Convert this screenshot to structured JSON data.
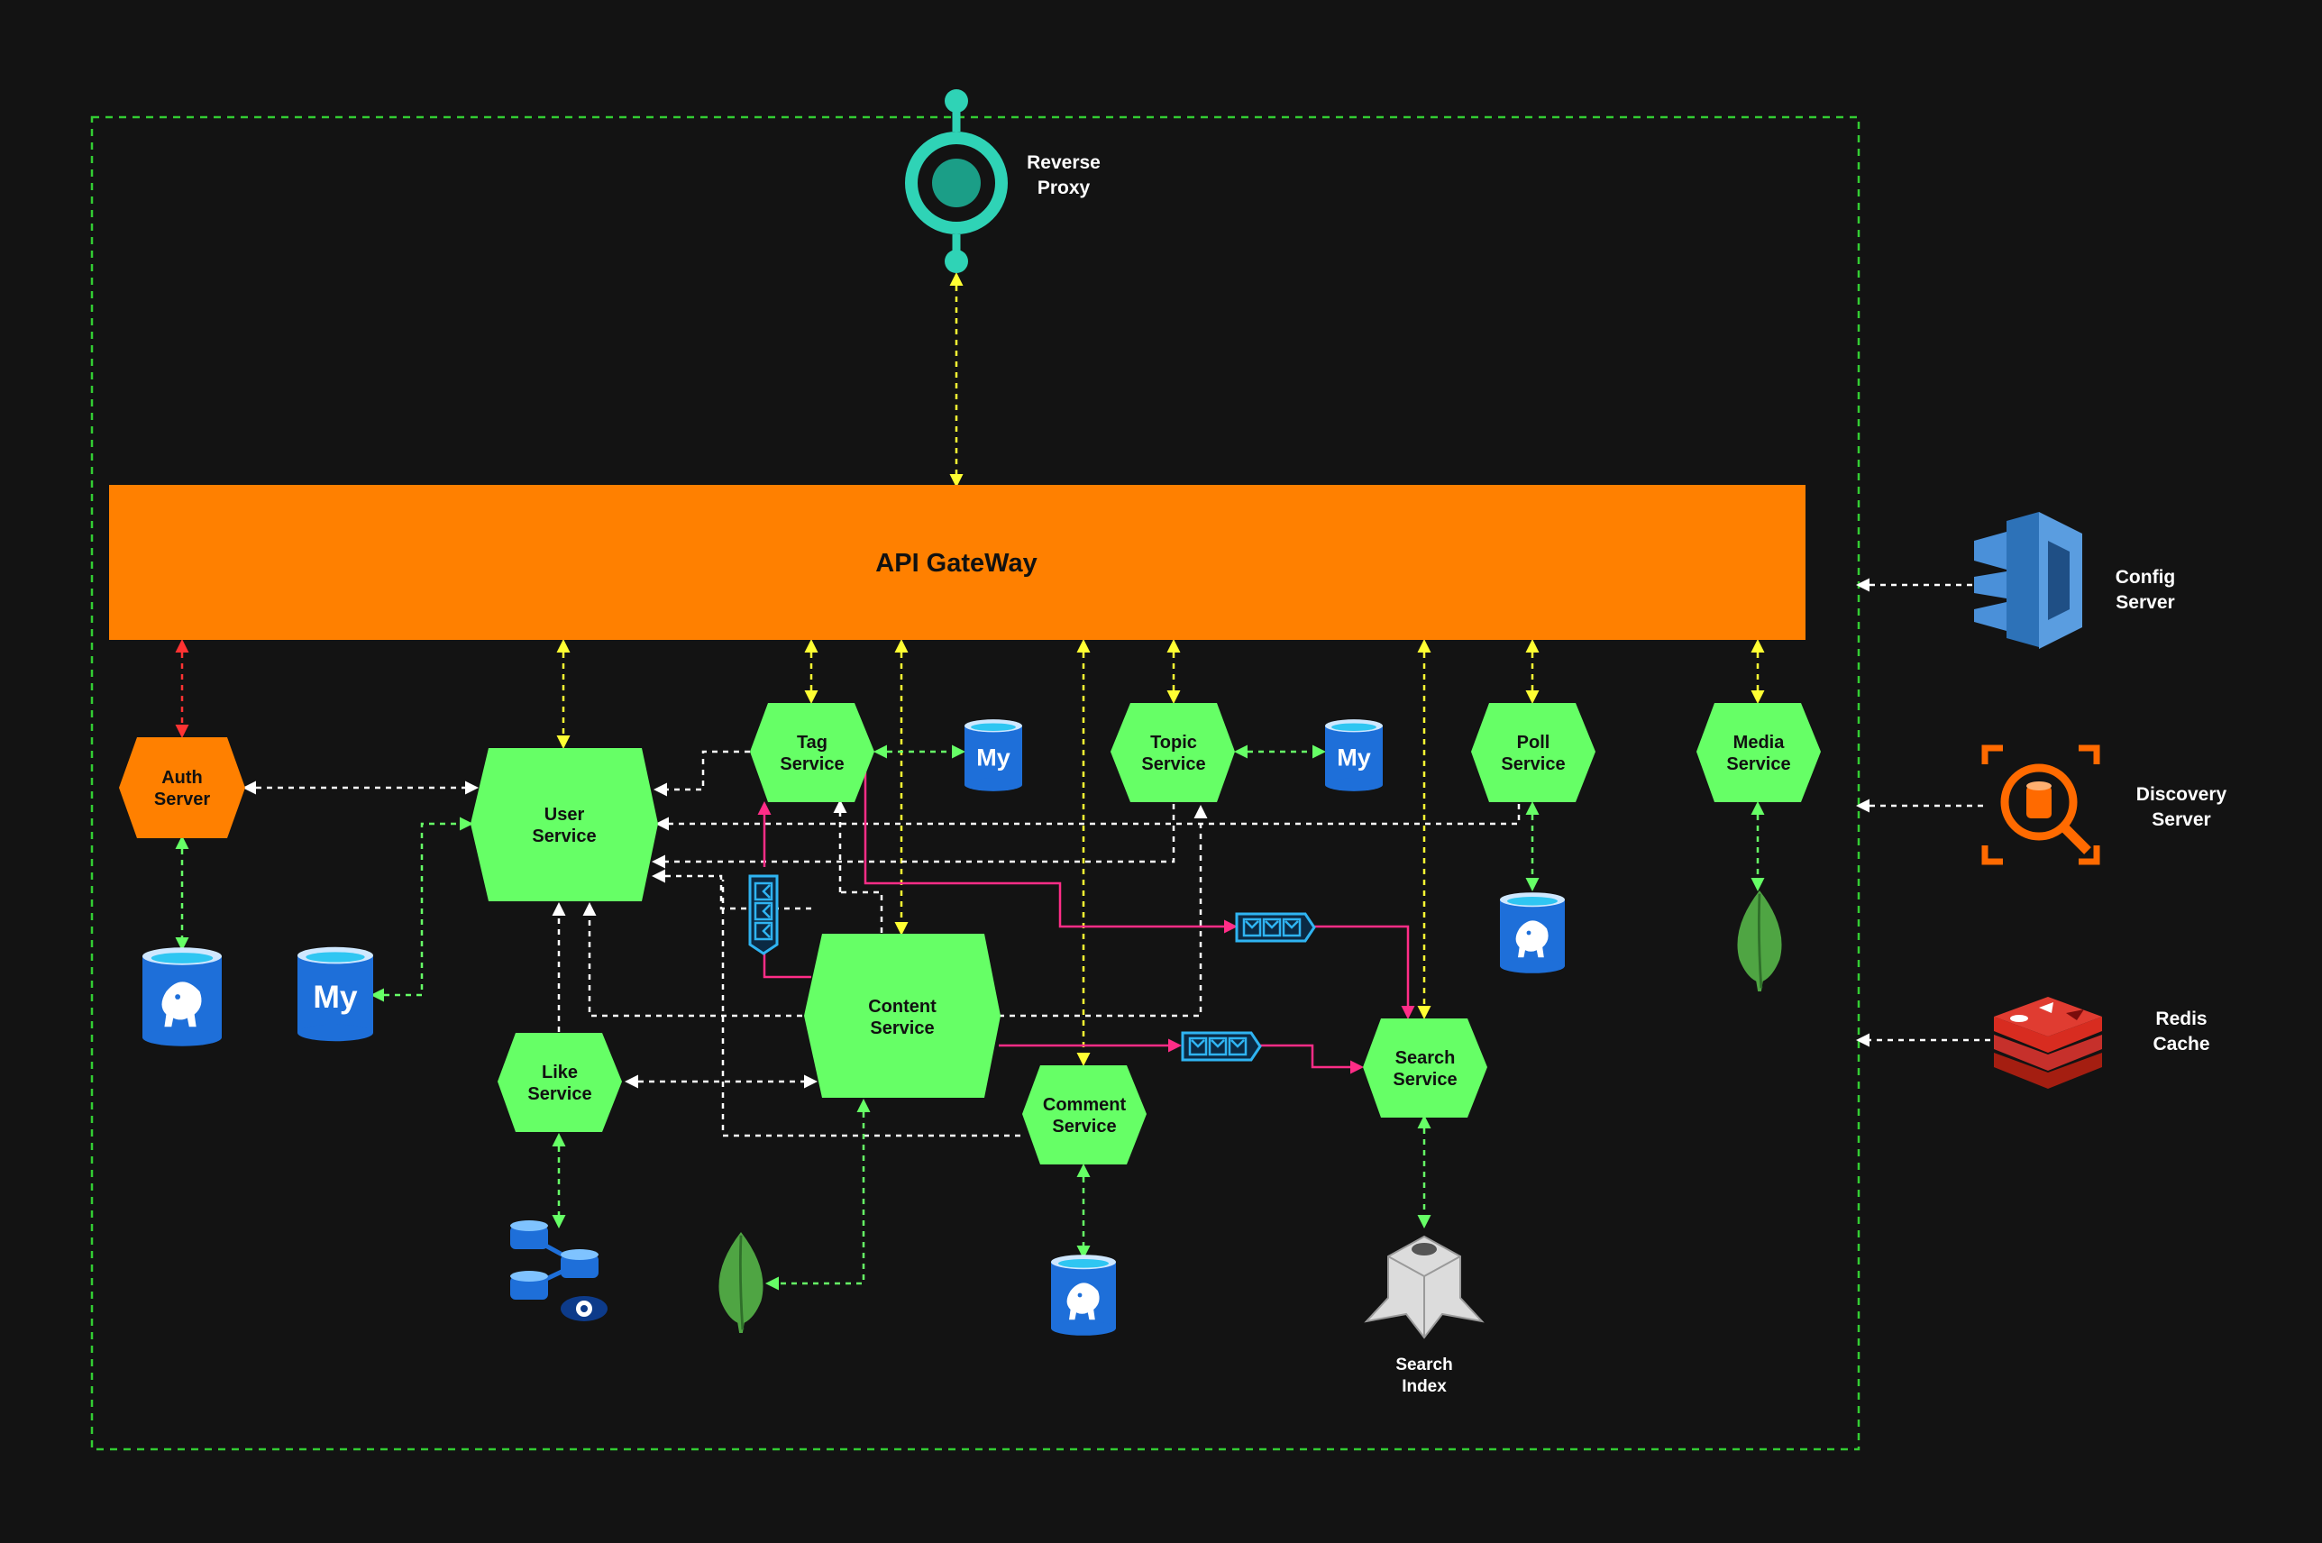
{
  "gateway": {
    "label": "API GateWay"
  },
  "reverse_proxy": {
    "line1": "Reverse",
    "line2": "Proxy"
  },
  "auth": {
    "line1": "Auth",
    "line2": "Server"
  },
  "user": {
    "line1": "User",
    "line2": "Service"
  },
  "tag": {
    "line1": "Tag",
    "line2": "Service"
  },
  "topic": {
    "line1": "Topic",
    "line2": "Service"
  },
  "poll": {
    "line1": "Poll",
    "line2": "Service"
  },
  "media": {
    "line1": "Media",
    "line2": "Service"
  },
  "content": {
    "line1": "Content",
    "line2": "Service"
  },
  "like": {
    "line1": "Like",
    "line2": "Service"
  },
  "comment": {
    "line1": "Comment",
    "line2": "Service"
  },
  "search": {
    "line1": "Search",
    "line2": "Service"
  },
  "search_index": {
    "line1": "Search",
    "line2": "Index"
  },
  "config": {
    "line1": "Config",
    "line2": "Server"
  },
  "discovery": {
    "line1": "Discovery",
    "line2": "Server"
  },
  "redis": {
    "line1": "Redis",
    "line2": "Cache"
  },
  "icons": {
    "reverse_proxy": "reverse-proxy-icon",
    "postgres": "postgresql-db-icon",
    "mysql": "mysql-db-icon",
    "mongo": "mongodb-icon",
    "queue": "message-queue-icon",
    "graph_db": "graph-db-icon",
    "search_index": "search-index-icon",
    "config": "config-server-icon",
    "discovery": "discovery-server-icon",
    "redis": "redis-icon"
  },
  "colors": {
    "background": "#131313",
    "service": "#66ff66",
    "gateway": "#ff8000",
    "yellow_link": "#ffff33",
    "green_link": "#66ff66",
    "white_link": "#ffffff",
    "red_link": "#ff3333",
    "event_link": "#ff2d87",
    "db_blue": "#1e6fd9"
  }
}
